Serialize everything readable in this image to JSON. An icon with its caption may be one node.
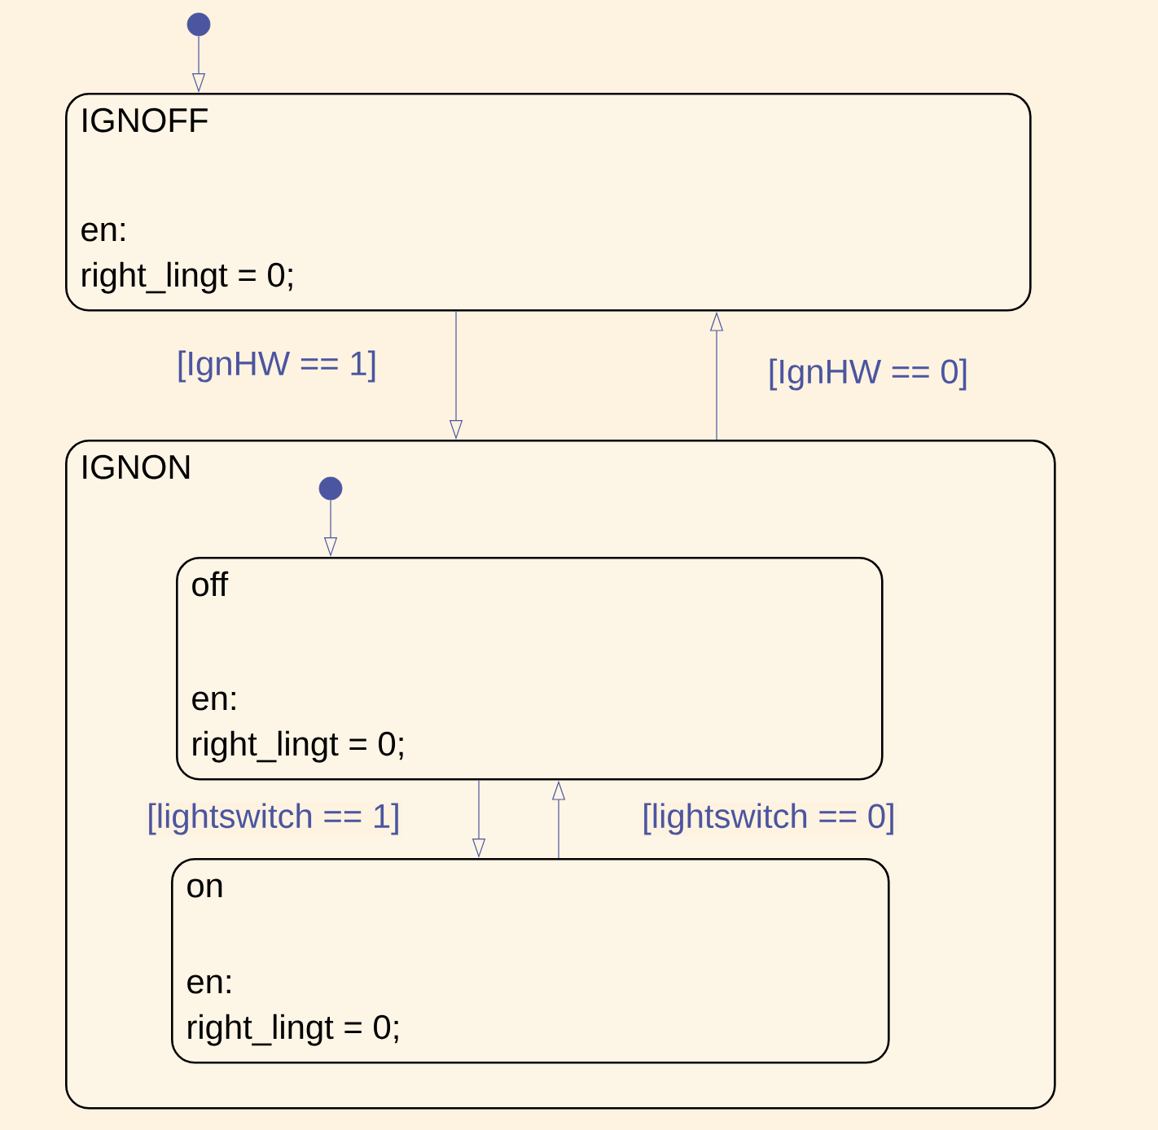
{
  "diagram": {
    "nodes": [
      {
        "text": [],
        "shape": "circle"
      },
      {
        "text": [
          "IGNOFF",
          "en:",
          "right_lingt = 0;"
        ]
      },
      {
        "text": [
          "IGNON"
        ]
      },
      {
        "text": [],
        "shape": "circle",
        "in": 2
      },
      {
        "text": [
          "off",
          "en:",
          "right_lingt = 0;"
        ],
        "in": 2
      },
      {
        "text": [
          "on",
          "en:",
          "right_lingt = 0;"
        ],
        "in": 2
      }
    ],
    "edges": [
      {
        "from": 0,
        "to": 1,
        "arrow": "to"
      },
      {
        "from": 1,
        "to": 2,
        "arrow": "to",
        "label": "[IgnHW == 1]"
      },
      {
        "from": 2,
        "to": 1,
        "arrow": "to",
        "label": "[IgnHW == 0]"
      },
      {
        "from": 3,
        "to": 4,
        "arrow": "to"
      },
      {
        "from": 4,
        "to": 5,
        "arrow": "to",
        "label": "[lightswitch == 1]"
      },
      {
        "from": 5,
        "to": 4,
        "arrow": "to",
        "label": "[lightswitch == 0]"
      }
    ]
  }
}
